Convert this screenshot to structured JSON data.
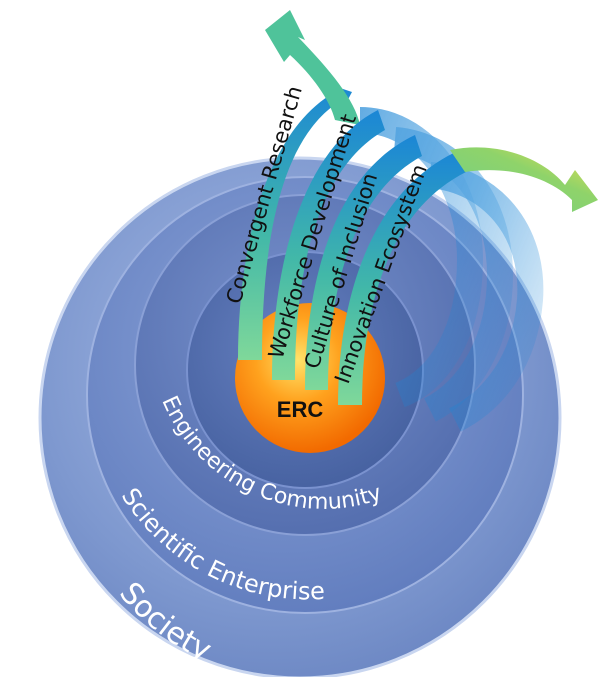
{
  "core": {
    "label": "ERC"
  },
  "rings": [
    {
      "label": "Society"
    },
    {
      "label": "Scientific Enterprise"
    },
    {
      "label": "Engineering Community"
    }
  ],
  "arrows": [
    {
      "label": "Convergent Research"
    },
    {
      "label": "Workforce Development"
    },
    {
      "label": "Culture of Inclusion"
    },
    {
      "label": "Innovation Ecosystem"
    }
  ],
  "colors": {
    "ring_outer": "#7e98cf",
    "ring_mid": "#6a85c2",
    "ring_inner": "#5973b3",
    "ring_core_bg": "#4b64a3",
    "core_light": "#ffd24a",
    "core_dark": "#ff7a00",
    "arrow_green": "#6fd08a",
    "arrow_blue": "#1e7fd0",
    "arrow_tip_yellow": "#f4e04a"
  }
}
